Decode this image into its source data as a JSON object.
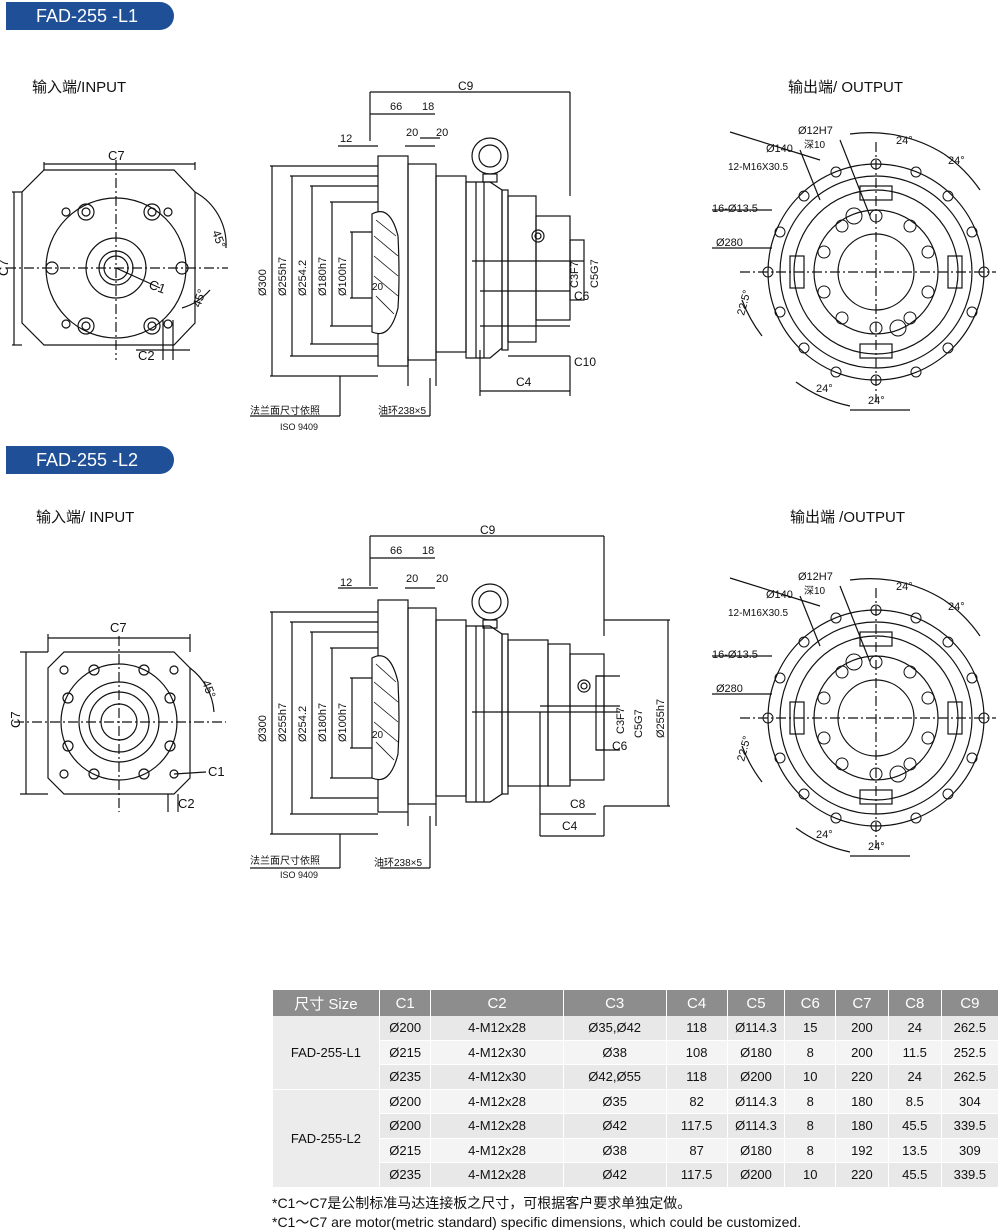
{
  "sections": [
    {
      "title": "FAD-255 -L1",
      "input_label": "输入端/INPUT",
      "output_label": "输出端/ OUTPUT"
    },
    {
      "title": "FAD-255 -L2",
      "input_label": "输入端/ INPUT",
      "output_label": "输出端 /OUTPUT"
    }
  ],
  "drawing": {
    "dims": {
      "c9": "C9",
      "d66": "66",
      "d18": "18",
      "d12": "12",
      "d20": "20",
      "c7": "C7",
      "c1": "C1",
      "c2": "C2",
      "c3f7": "C3F7",
      "c5g7": "C5G7",
      "c6": "C6",
      "c10": "C10",
      "c4": "C4",
      "c8": "C8",
      "a45": "45°",
      "a24": "24°",
      "a225": "22.5°",
      "d300": "Ø300",
      "d255h7": "Ø255h7",
      "d2542": "Ø254.2",
      "d180h7": "Ø180h7",
      "d100h7": "Ø100h7",
      "d12h7": "Ø12H7",
      "depth10": "深10",
      "d140": "Ø140",
      "m16": "12-M16X30.5",
      "d135": "16-Ø13.5",
      "d280": "Ø280"
    },
    "notes": {
      "flange": "法兰面尺寸依照",
      "iso": "ISO 9409",
      "oring": "油环238×5"
    }
  },
  "table": {
    "headers": [
      "尺寸 Size",
      "C1",
      "C2",
      "C3",
      "C4",
      "C5",
      "C6",
      "C7",
      "C8",
      "C9"
    ],
    "groups": [
      {
        "name": "FAD-255-L1",
        "rows": [
          [
            "Ø200",
            "4-M12x28",
            "Ø35,Ø42",
            "118",
            "Ø114.3",
            "15",
            "200",
            "24",
            "262.5"
          ],
          [
            "Ø215",
            "4-M12x30",
            "Ø38",
            "108",
            "Ø180",
            "8",
            "200",
            "11.5",
            "252.5"
          ],
          [
            "Ø235",
            "4-M12x30",
            "Ø42,Ø55",
            "118",
            "Ø200",
            "10",
            "220",
            "24",
            "262.5"
          ]
        ]
      },
      {
        "name": "FAD-255-L2",
        "rows": [
          [
            "Ø200",
            "4-M12x28",
            "Ø35",
            "82",
            "Ø114.3",
            "8",
            "180",
            "8.5",
            "304"
          ],
          [
            "Ø200",
            "4-M12x28",
            "Ø42",
            "117.5",
            "Ø114.3",
            "8",
            "180",
            "45.5",
            "339.5"
          ],
          [
            "Ø215",
            "4-M12x28",
            "Ø38",
            "87",
            "Ø180",
            "8",
            "192",
            "13.5",
            "309"
          ],
          [
            "Ø235",
            "4-M12x28",
            "Ø42",
            "117.5",
            "Ø200",
            "10",
            "220",
            "45.5",
            "339.5"
          ]
        ]
      }
    ]
  },
  "footnotes": [
    "*C1～C7是公制标准马达连接板之尺寸，可根据客户要求单独定做。",
    "*C1～C7 are motor(metric standard) specific dimensions, which could be customized."
  ]
}
